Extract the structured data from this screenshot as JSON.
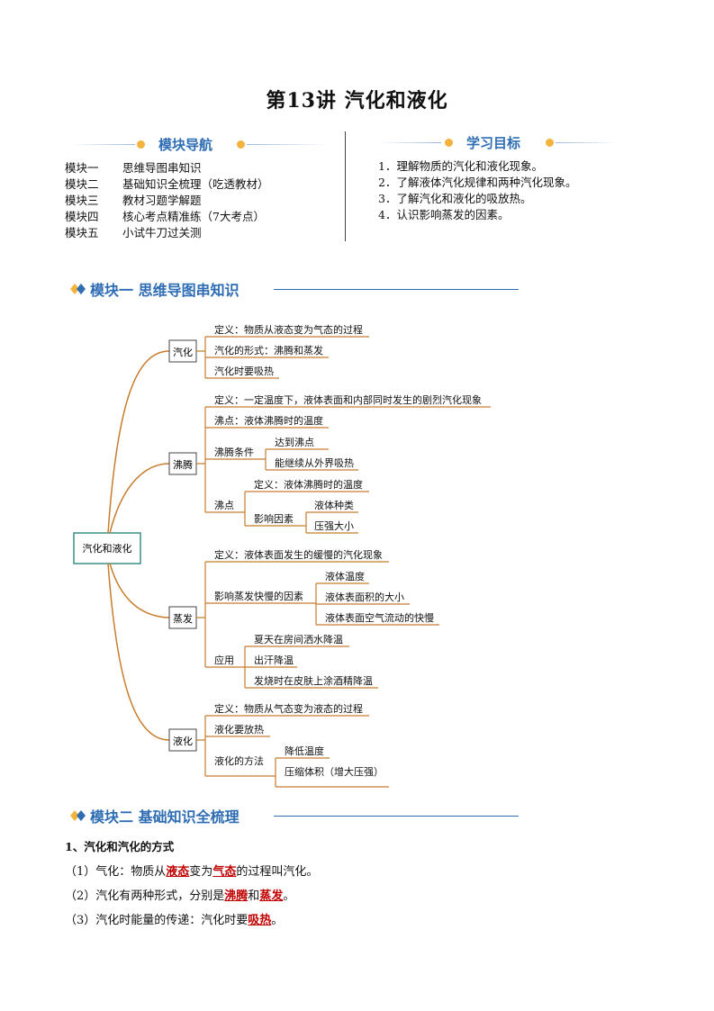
{
  "title": "第13讲  汽化和液化",
  "nav": {
    "heading": "模块导航",
    "items": [
      {
        "key": "模块一",
        "text": "思维导图串知识"
      },
      {
        "key": "模块二",
        "text": "基础知识全梳理（吃透教材）"
      },
      {
        "key": "模块三",
        "text": "教材习题学解题"
      },
      {
        "key": "模块四",
        "text": "核心考点精准练（7大考点）"
      },
      {
        "key": "模块五",
        "text": "小试牛刀过关测"
      }
    ]
  },
  "goals": {
    "heading": "学习目标",
    "items": [
      "1．理解物质的汽化和液化现象。",
      "2．了解液体汽化规律和两种汽化现象。",
      "3．了解汽化和液化的吸放热。",
      "4．认识影响蒸发的因素。"
    ]
  },
  "module1": {
    "heading": "模块一 思维导图串知识"
  },
  "mindmap": {
    "root": "汽化和液化",
    "branches": [
      {
        "label": "汽化",
        "children": [
          "定义：物质从液态变为气态的过程",
          "汽化的形式：沸腾和蒸发",
          "汽化时要吸热"
        ]
      },
      {
        "label": "沸腾",
        "children": [
          "定义：一定温度下，液体表面和内部同时发生的剧烈汽化现象",
          "沸点：液体沸腾时的温度",
          "沸腾条件",
          "沸点"
        ],
        "conditions": [
          "达到沸点",
          "能继续从外界吸热"
        ],
        "boiling_point": {
          "def": "定义：液体沸腾时的温度",
          "factors_label": "影响因素",
          "factors": [
            "液体种类",
            "压强大小"
          ]
        }
      },
      {
        "label": "蒸发",
        "children": [
          "定义：液体表面发生的缓慢的汽化现象",
          "影响蒸发快慢的因素",
          "应用"
        ],
        "factors": [
          "液体温度",
          "液体表面积的大小",
          "液体表面空气流动的快慢"
        ],
        "applications": [
          "夏天在房间洒水降温",
          "出汗降温",
          "发烧时在皮肤上涂酒精降温"
        ]
      },
      {
        "label": "液化",
        "children": [
          "定义：物质从气态变为液态的过程",
          "液化要放热",
          "液化的方法"
        ],
        "methods": [
          "降低温度",
          "压缩体积（增大压强）"
        ]
      }
    ]
  },
  "module2": {
    "heading": "模块二 基础知识全梳理",
    "section1_title": "1、汽化和汽化的方式",
    "lines": [
      {
        "pre": "（1）气化：物质从",
        "k1": "液态",
        "mid": "变为",
        "k2": "气态",
        "post": "的过程叫汽化。"
      },
      {
        "pre": "（2）汽化有两种形式，分别是",
        "k1": "沸腾",
        "mid": "和",
        "k2": "蒸发",
        "post": "。"
      },
      {
        "pre": "（3）汽化时能量的传递：汽化时要",
        "k1": "吸热",
        "mid": "",
        "k2": "",
        "post": "。"
      }
    ]
  },
  "colors": {
    "accent": "#2e6db4",
    "branch": "#c87d2e",
    "rootBorder": "#3a8f8a",
    "dot": "#f4b33c",
    "keyword": "#c00000"
  }
}
